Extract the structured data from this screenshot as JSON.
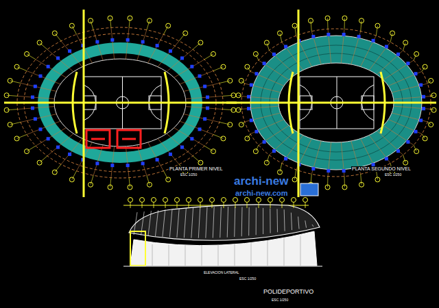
{
  "diagram": {
    "title": "POLIDEPORTIVO",
    "labels": [
      "PLANTA PRIMER NIVEL",
      "ESC 1/250",
      "PLANTA SEGUNDO NIVEL",
      "ESC 1/250",
      "archi-new",
      "archi-new.com",
      "ELEVACION LATERAL",
      "ESC 1/250",
      "ESC 1/250"
    ]
  }
}
